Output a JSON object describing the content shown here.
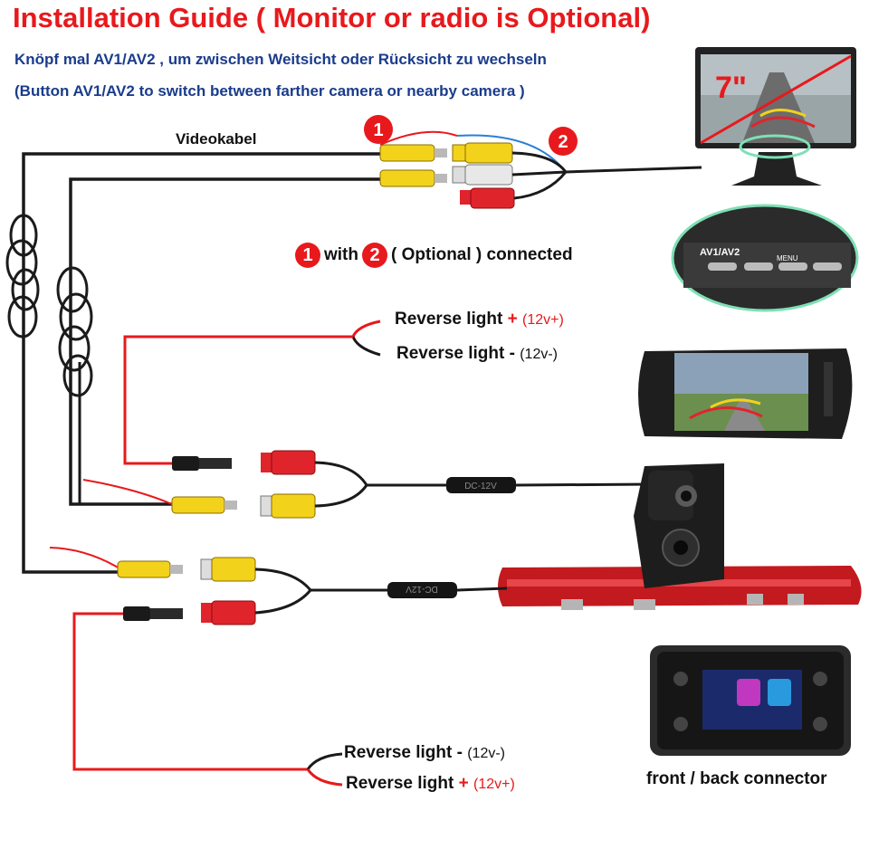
{
  "title": "Installation Guide ( Monitor or radio is Optional)",
  "subtitle_de": "Knöpf mal AV1/AV2 , um zwischen Weitsicht oder Rücksicht zu wechseln",
  "subtitle_en": "(Button AV1/AV2 to switch between farther camera or nearby camera )",
  "video_cable_label": "Videokabel",
  "markers": {
    "one": "1",
    "two": "2"
  },
  "optional_note": {
    "word_with": "with",
    "text": "( Optional ) connected"
  },
  "monitor_size": "7\"",
  "av_button_label": "AV1/AV2",
  "menu_button_label": "MENU",
  "dc_label": "DC-12V",
  "upper_reverse": {
    "plus_label": "Reverse light",
    "plus_sign": "+",
    "plus_volt": "(12v+)",
    "minus_label": "Reverse light",
    "minus_sign": "-",
    "minus_volt": "(12v-)"
  },
  "lower_reverse": {
    "minus_label": "Reverse light",
    "minus_sign": "-",
    "minus_volt": "(12v-)",
    "plus_label": "Reverse light",
    "plus_sign": "+",
    "plus_volt": "(12v+)"
  },
  "connector_label": "front / back connector",
  "colors": {
    "title_red": "#e8191c",
    "subtitle_blue": "#1a3c8c",
    "rca_yellow": "#f3d21c",
    "rca_red": "#e0242c",
    "cable": "#1a1a1a",
    "brake_light_red": "#c21a1f"
  }
}
